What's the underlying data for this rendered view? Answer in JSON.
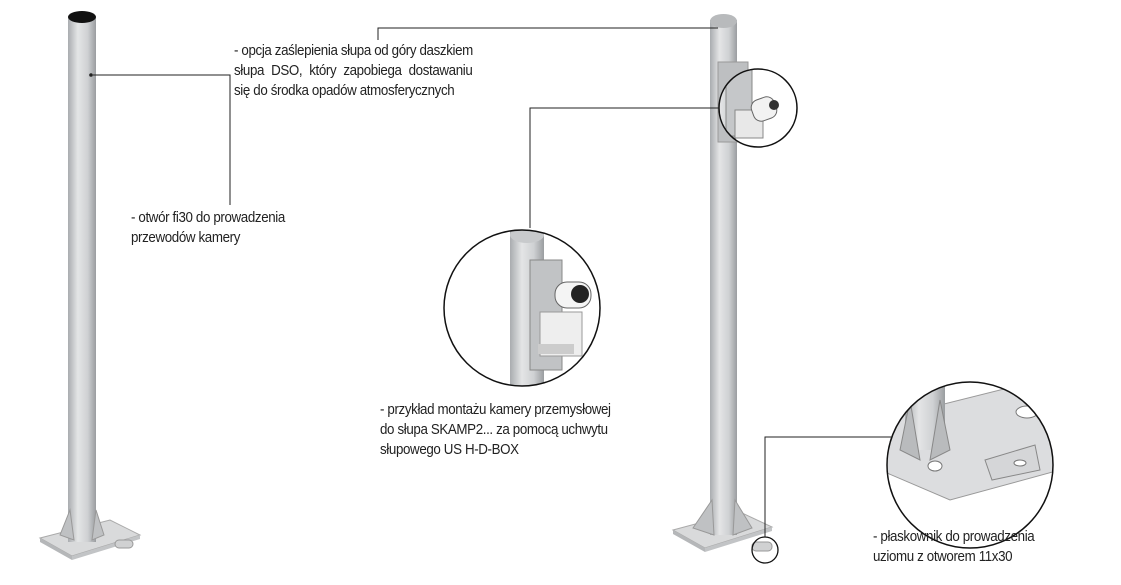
{
  "callouts": {
    "hole": [
      "- otwór fi30 do prowadzenia",
      "przewodów kamery"
    ],
    "cap": [
      "- opcja zaślepienia słupa od góry daszkiem",
      "słupa DSO, który zapobiega dostawaniu",
      "się do środka opadów atmosferycznych"
    ],
    "mount": [
      "- przykład montażu kamery przemysłowej",
      "do słupa SKAMP2... za pomocą uchwytu",
      "słupowego US H-D-BOX"
    ],
    "flat_bar": [
      "- płaskownik do prowadzenia",
      "uziomu z otworem 11x30"
    ]
  },
  "colors": {
    "pole": "#c9cbcd",
    "pole_shade": "#9fa2a5",
    "line": "#222222"
  }
}
